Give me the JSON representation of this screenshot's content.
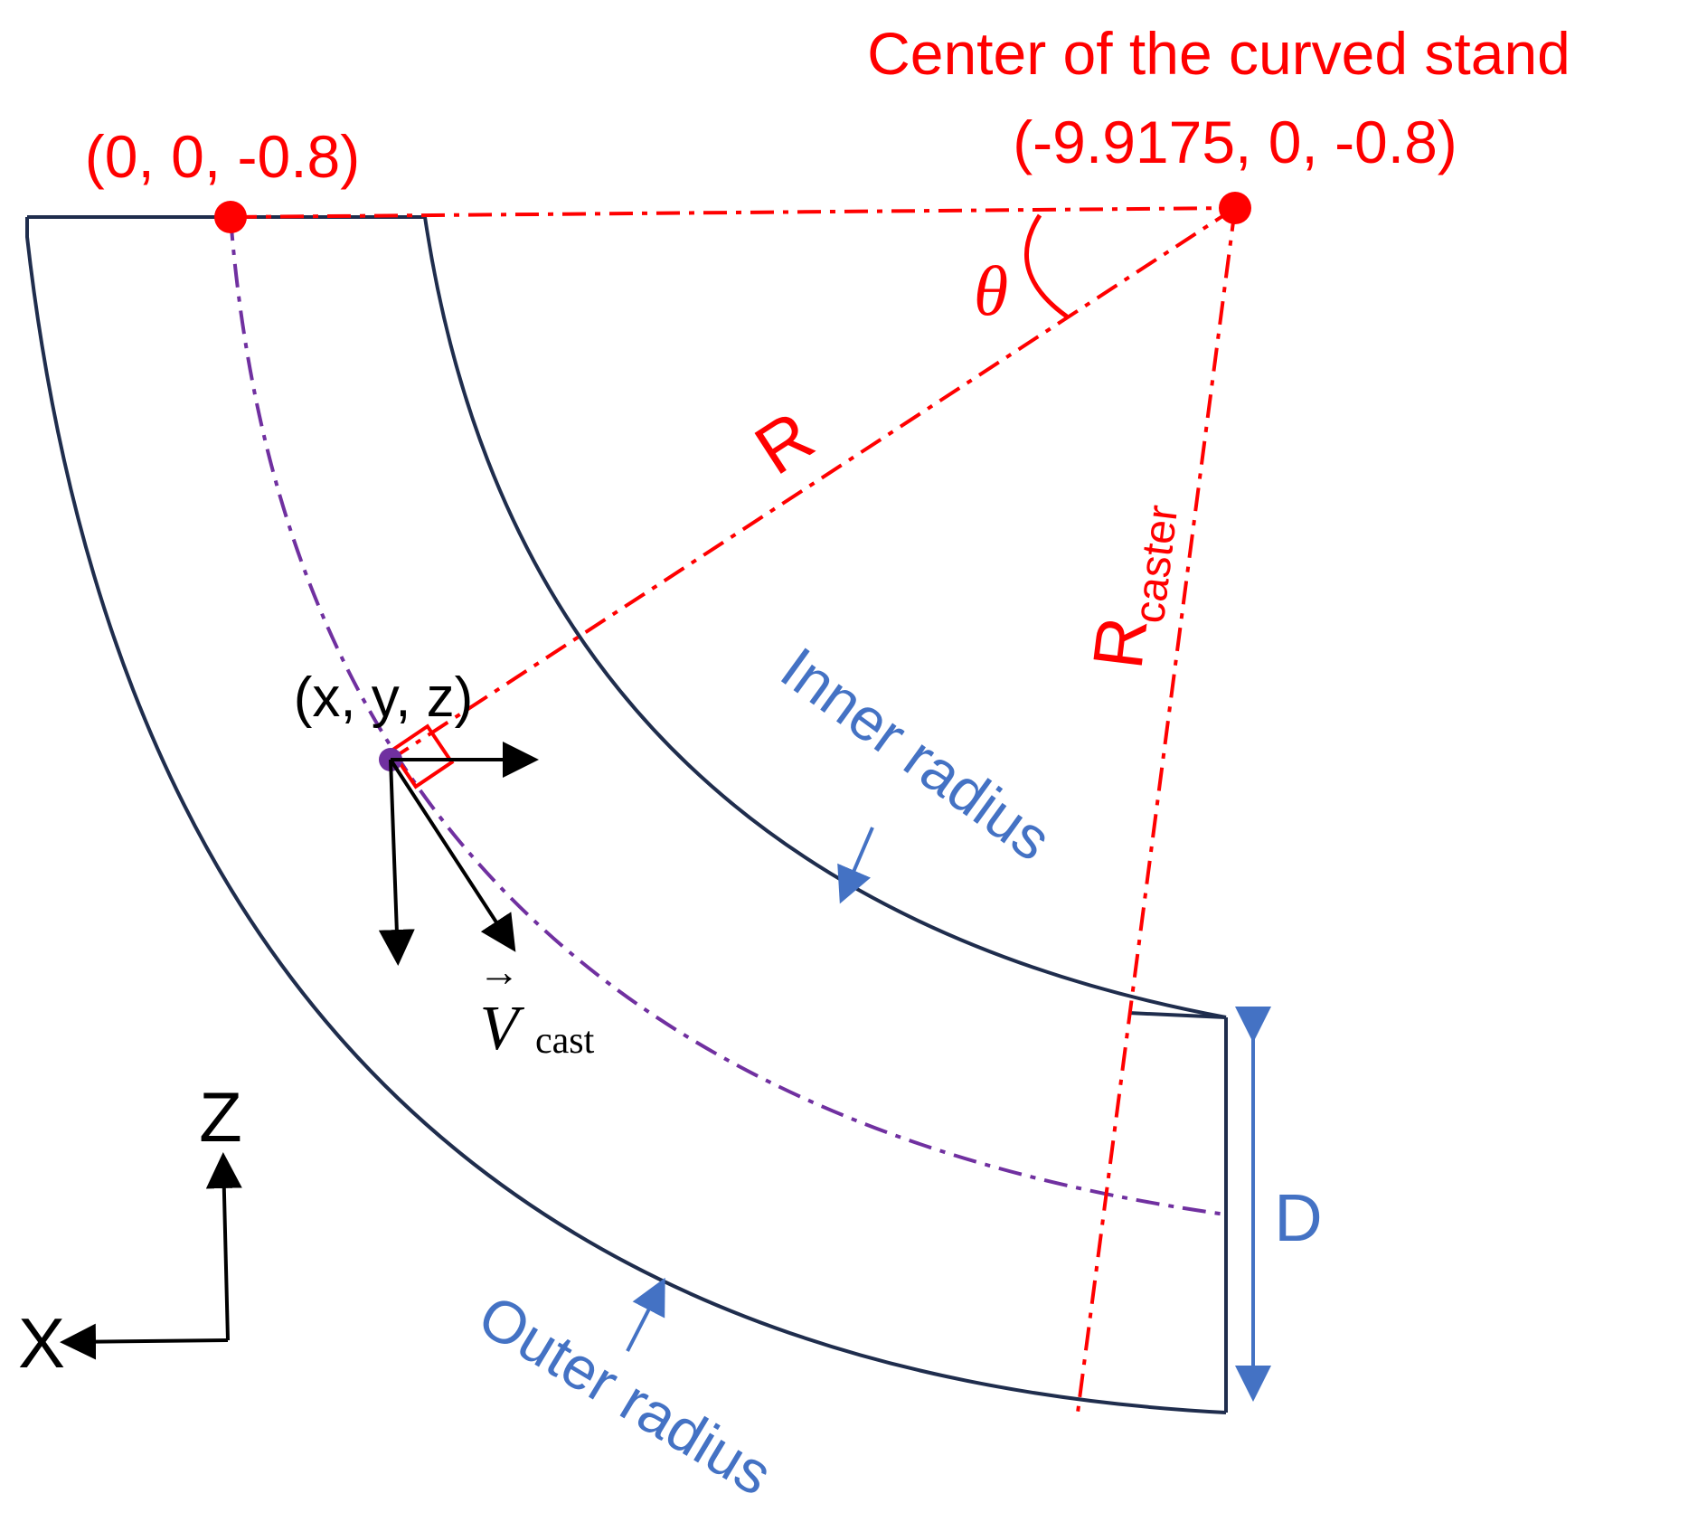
{
  "labels": {
    "center_title": "Center of the curved stand",
    "center_coord": "(-9.9175, 0, -0.8)",
    "origin_coord": "(0, 0, -0.8)",
    "theta": "θ",
    "R": "R",
    "R_caster_main": "R",
    "R_caster_sub": "caster",
    "point_coord": "(x, y, z)",
    "v_cast_main": "V",
    "v_cast_arrow": "→",
    "v_cast_sub": "cast",
    "inner_radius": "Inner radius",
    "outer_radius": "Outer radius",
    "D": "D",
    "axis_z": "Z",
    "axis_x": "X"
  },
  "colors": {
    "annotation": "#ff0000",
    "outline": "#1f2d4d",
    "dimension": "#4472c4",
    "centerline": "#7030a0",
    "vector": "#000000"
  }
}
